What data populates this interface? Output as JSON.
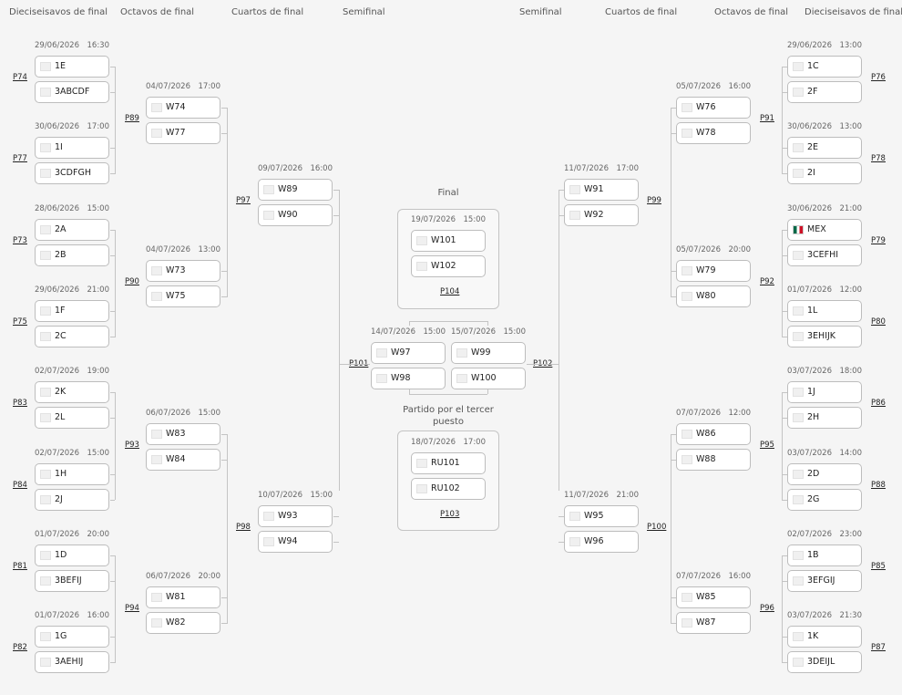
{
  "headers": {
    "left": [
      "Dieciseisavos de final",
      "Octavos de final",
      "Cuartos de final",
      "Semifinal"
    ],
    "right": [
      "Semifinal",
      "Cuartos de final",
      "Octavos de final",
      "Dieciseisavos de final"
    ]
  },
  "center": {
    "final_title": "Final",
    "third_title": "Partido por el tercer puesto",
    "final": {
      "date": "19/07/2026",
      "time": "15:00",
      "teams": [
        "W101",
        "W102"
      ],
      "label": "P104"
    },
    "third": {
      "date": "18/07/2026",
      "time": "17:00",
      "teams": [
        "RU101",
        "RU102"
      ],
      "label": "P103"
    },
    "semi_left": {
      "date": "14/07/2026",
      "time": "15:00",
      "teams": [
        "W97",
        "W98"
      ]
    },
    "semi_right": {
      "date": "15/07/2026",
      "time": "15:00",
      "teams": [
        "W99",
        "W100"
      ]
    }
  },
  "left": {
    "r32": [
      {
        "label": "P74",
        "date": "29/06/2026",
        "time": "16:30",
        "teams": [
          "1E",
          "3ABCDF"
        ]
      },
      {
        "label": "P77",
        "date": "30/06/2026",
        "time": "17:00",
        "teams": [
          "1I",
          "3CDFGH"
        ]
      },
      {
        "label": "P73",
        "date": "28/06/2026",
        "time": "15:00",
        "teams": [
          "2A",
          "2B"
        ]
      },
      {
        "label": "P75",
        "date": "29/06/2026",
        "time": "21:00",
        "teams": [
          "1F",
          "2C"
        ]
      },
      {
        "label": "P83",
        "date": "02/07/2026",
        "time": "19:00",
        "teams": [
          "2K",
          "2L"
        ]
      },
      {
        "label": "P84",
        "date": "02/07/2026",
        "time": "15:00",
        "teams": [
          "1H",
          "2J"
        ]
      },
      {
        "label": "P81",
        "date": "01/07/2026",
        "time": "20:00",
        "teams": [
          "1D",
          "3BEFIJ"
        ]
      },
      {
        "label": "P82",
        "date": "01/07/2026",
        "time": "16:00",
        "teams": [
          "1G",
          "3AEHIJ"
        ]
      }
    ],
    "r16": [
      {
        "label": "P89",
        "date": "04/07/2026",
        "time": "17:00",
        "teams": [
          "W74",
          "W77"
        ]
      },
      {
        "label": "P90",
        "date": "04/07/2026",
        "time": "13:00",
        "teams": [
          "W73",
          "W75"
        ]
      },
      {
        "label": "P93",
        "date": "06/07/2026",
        "time": "15:00",
        "teams": [
          "W83",
          "W84"
        ]
      },
      {
        "label": "P94",
        "date": "06/07/2026",
        "time": "20:00",
        "teams": [
          "W81",
          "W82"
        ]
      }
    ],
    "qf": [
      {
        "label": "P97",
        "date": "09/07/2026",
        "time": "16:00",
        "teams": [
          "W89",
          "W90"
        ]
      },
      {
        "label": "P98",
        "date": "10/07/2026",
        "time": "15:00",
        "teams": [
          "W93",
          "W94"
        ]
      }
    ],
    "sf_label": "P101"
  },
  "right": {
    "r32": [
      {
        "label": "P76",
        "date": "29/06/2026",
        "time": "13:00",
        "teams": [
          "1C",
          "2F"
        ]
      },
      {
        "label": "P78",
        "date": "30/06/2026",
        "time": "13:00",
        "teams": [
          "2E",
          "2I"
        ]
      },
      {
        "label": "P79",
        "date": "30/06/2026",
        "time": "21:00",
        "teams": [
          "MEX",
          "3CEFHI"
        ]
      },
      {
        "label": "P80",
        "date": "01/07/2026",
        "time": "12:00",
        "teams": [
          "1L",
          "3EHIJK"
        ]
      },
      {
        "label": "P86",
        "date": "03/07/2026",
        "time": "18:00",
        "teams": [
          "1J",
          "2H"
        ]
      },
      {
        "label": "P88",
        "date": "03/07/2026",
        "time": "14:00",
        "teams": [
          "2D",
          "2G"
        ]
      },
      {
        "label": "P85",
        "date": "02/07/2026",
        "time": "23:00",
        "teams": [
          "1B",
          "3EFGIJ"
        ]
      },
      {
        "label": "P87",
        "date": "03/07/2026",
        "time": "21:30",
        "teams": [
          "1K",
          "3DEIJL"
        ]
      }
    ],
    "r16": [
      {
        "label": "P91",
        "date": "05/07/2026",
        "time": "16:00",
        "teams": [
          "W76",
          "W78"
        ]
      },
      {
        "label": "P92",
        "date": "05/07/2026",
        "time": "20:00",
        "teams": [
          "W79",
          "W80"
        ]
      },
      {
        "label": "P95",
        "date": "07/07/2026",
        "time": "12:00",
        "teams": [
          "W86",
          "W88"
        ]
      },
      {
        "label": "P96",
        "date": "07/07/2026",
        "time": "16:00",
        "teams": [
          "W85",
          "W87"
        ]
      }
    ],
    "qf": [
      {
        "label": "P99",
        "date": "11/07/2026",
        "time": "17:00",
        "teams": [
          "W91",
          "W92"
        ]
      },
      {
        "label": "P100",
        "date": "11/07/2026",
        "time": "21:00",
        "teams": [
          "W95",
          "W96"
        ]
      }
    ],
    "sf_label": "P102"
  },
  "flag_colors": {
    "mex": [
      "#006847",
      "#ffffff",
      "#ce1126"
    ]
  }
}
